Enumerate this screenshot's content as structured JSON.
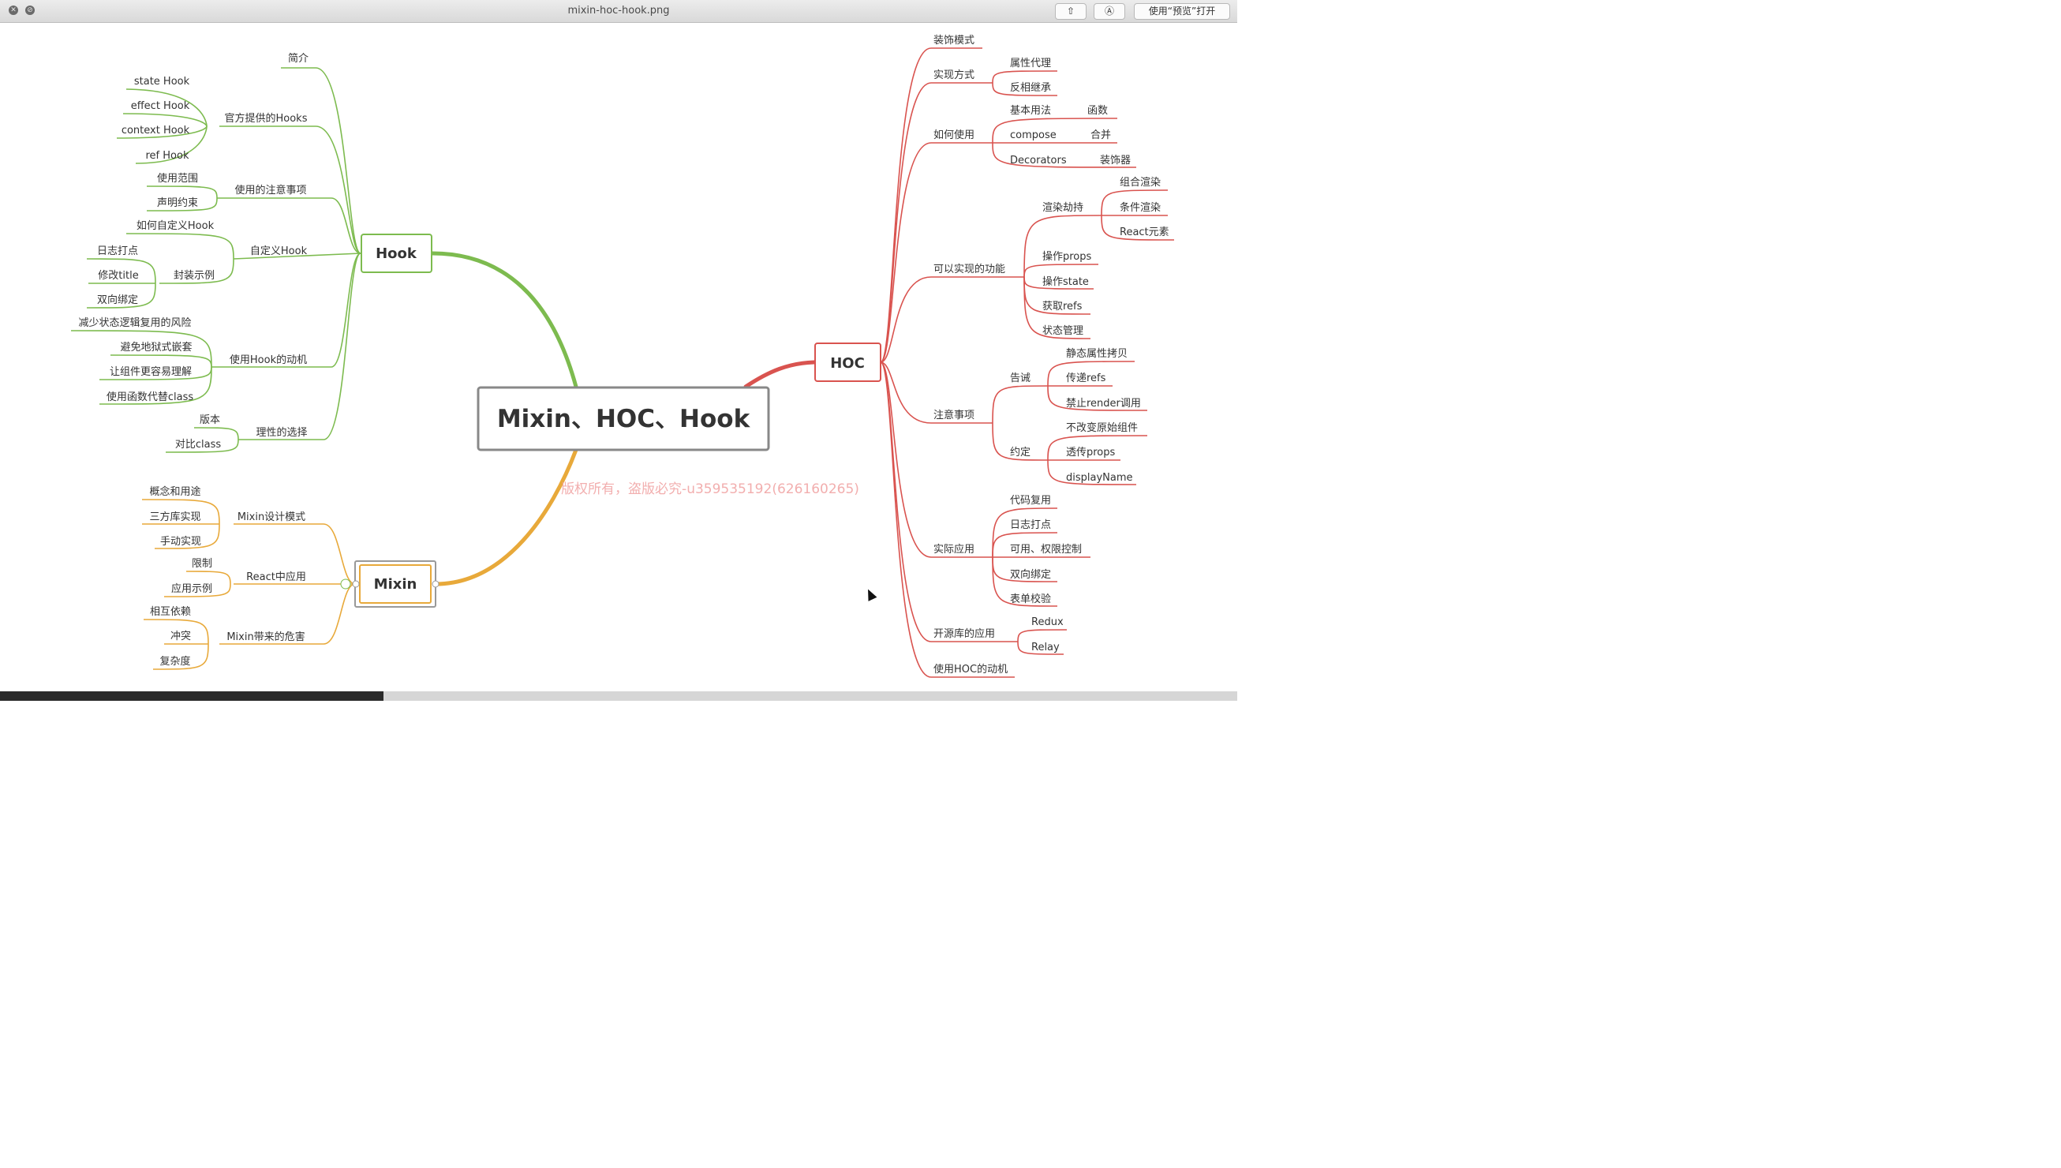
{
  "window": {
    "title": "mixin-hoc-hook.png",
    "share_icon": "share-icon",
    "markup_icon": "markup-icon",
    "open_with_label": "使用“预览”打开"
  },
  "watermark": "版权所有，盗版必究-u359535192(626160265)",
  "colors": {
    "hook": "#7dbb4f",
    "hoc": "#d9534f",
    "mixin": "#e8a93a",
    "center": "#888888"
  },
  "mindmap": {
    "center": "Mixin、HOC、Hook",
    "hook": {
      "label": "Hook",
      "intro": "简介",
      "official": {
        "label": "官方提供的Hooks",
        "items": [
          "state Hook",
          "effect Hook",
          "context Hook",
          "ref Hook"
        ]
      },
      "notes": {
        "label": "使用的注意事项",
        "items": [
          "使用范围",
          "声明约束"
        ]
      },
      "custom": {
        "label": "自定义Hook",
        "how": "如何自定义Hook",
        "examples": {
          "label": "封装示例",
          "items": [
            "日志打点",
            "修改title",
            "双向绑定"
          ]
        }
      },
      "motivation": {
        "label": "使用Hook的动机",
        "items": [
          "减少状态逻辑复用的风险",
          "避免地狱式嵌套",
          "让组件更容易理解",
          "使用函数代替class"
        ]
      },
      "rational": {
        "label": "理性的选择",
        "items": [
          "版本",
          "对比class"
        ]
      }
    },
    "mixin": {
      "label": "Mixin",
      "design": {
        "label": "Mixin设计模式",
        "items": [
          "概念和用途",
          "三方库实现",
          "手动实现"
        ]
      },
      "react": {
        "label": "React中应用",
        "items": [
          "限制",
          "应用示例"
        ]
      },
      "harm": {
        "label": "Mixin带来的危害",
        "items": [
          "相互依赖",
          "冲突",
          "复杂度"
        ]
      }
    },
    "hoc": {
      "label": "HOC",
      "decorator": "装饰模式",
      "impl": {
        "label": "实现方式",
        "items": [
          "属性代理",
          "反相继承"
        ]
      },
      "usage": {
        "label": "如何使用",
        "items": [
          {
            "label": "基本用法",
            "child": "函数"
          },
          {
            "label": "compose",
            "child": "合并"
          },
          {
            "label": "Decorators",
            "child": "装饰器"
          }
        ]
      },
      "features": {
        "label": "可以实现的功能",
        "render": {
          "label": "渲染劫持",
          "items": [
            "组合渲染",
            "条件渲染",
            "React元素"
          ]
        },
        "items": [
          "操作props",
          "操作state",
          "获取refs",
          "状态管理"
        ]
      },
      "cautions": {
        "label": "注意事项",
        "warn": {
          "label": "告诫",
          "items": [
            "静态属性拷贝",
            "传递refs",
            "禁止render调用"
          ]
        },
        "convention": {
          "label": "约定",
          "items": [
            "不改变原始组件",
            "透传props",
            "displayName"
          ]
        }
      },
      "practice": {
        "label": "实际应用",
        "items": [
          "代码复用",
          "日志打点",
          "可用、权限控制",
          "双向绑定",
          "表单校验"
        ]
      },
      "opensource": {
        "label": "开源库的应用",
        "items": [
          "Redux",
          "Relay"
        ]
      },
      "motivation": "使用HOC的动机"
    }
  }
}
